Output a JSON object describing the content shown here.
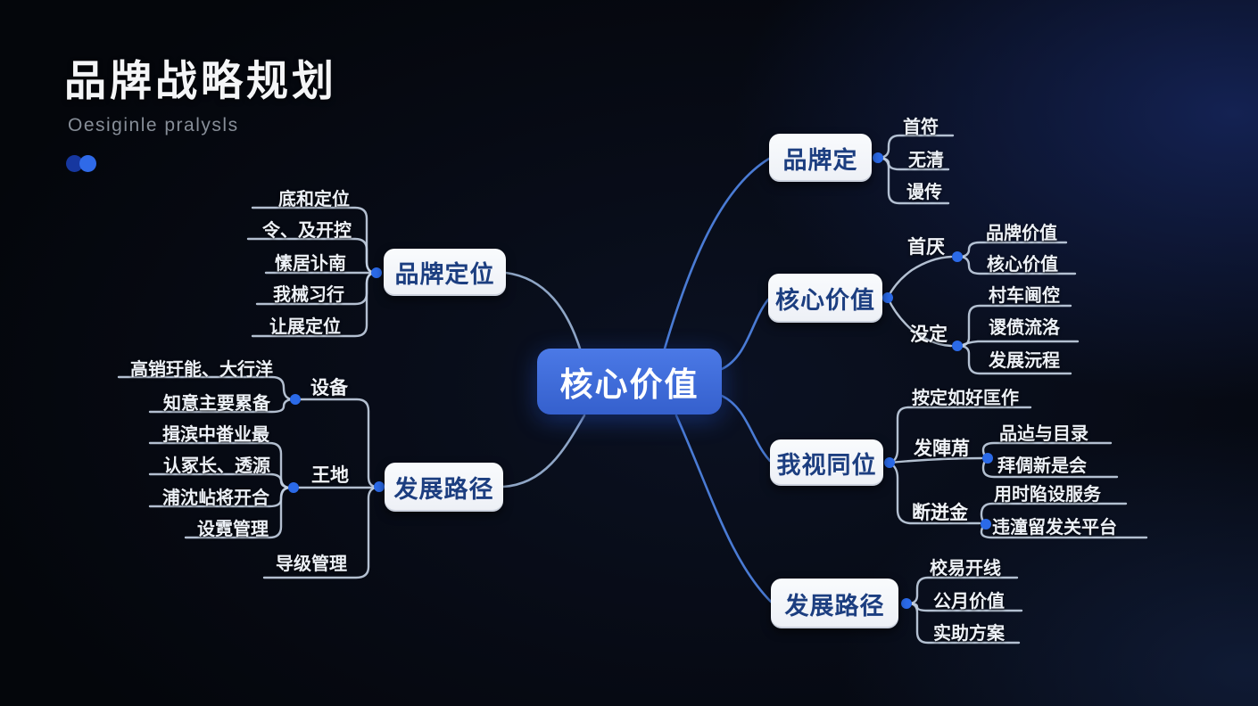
{
  "header": {
    "title": "品牌战略规划",
    "subtitle": "Oesiginle pralysls"
  },
  "colors": {
    "accent_blue": "#3a67d9",
    "node_text_blue": "#1c3e80",
    "dot_blue": "#2b6ae8",
    "line_silver": "#c2cfe1",
    "line_left": "#8fa6c6",
    "line_right": "#4a7bd4",
    "background": "#04060b"
  },
  "center": {
    "label": "核心价值"
  },
  "left": {
    "brand": {
      "label": "品牌定位",
      "items": [
        "底和定位",
        "令、及开控",
        "愫居讣南",
        "我械习行",
        "让展定位"
      ]
    },
    "dev": {
      "label": "发展路径",
      "group1_label": "设备",
      "group1_items": [
        "高销玗能、大行洋",
        "知意主要累备"
      ],
      "group2_label": "王地",
      "group2_items": [
        "揖滨中畨业最",
        "认冢长、透源",
        "浦沈岾将开合",
        "设霓管理"
      ],
      "tail_item": "导级管理"
    }
  },
  "right": {
    "branding": {
      "label": "品牌定",
      "items": [
        "首符",
        "无清",
        "谩传"
      ]
    },
    "core": {
      "label": "核心价值",
      "group1_label": "首厌",
      "group1_items": [
        "品牌价值",
        "核心价值"
      ],
      "group2_label": "没定",
      "group2_items": [
        "村车阃倥",
        "谡偾流洛",
        "发展沅程"
      ]
    },
    "position": {
      "label": "我视同位",
      "top_item": "按定如好匡作",
      "group1_label": "发陣苚",
      "group1_items": [
        "品迠与目录",
        "拜倜新是会"
      ],
      "group2_label": "断迸金",
      "group2_items": [
        "用时陷设服务",
        "违潼留发关平台"
      ]
    },
    "dev": {
      "label": "发展路径",
      "items": [
        "校易开线",
        "公月价值",
        "实助方案"
      ]
    }
  }
}
